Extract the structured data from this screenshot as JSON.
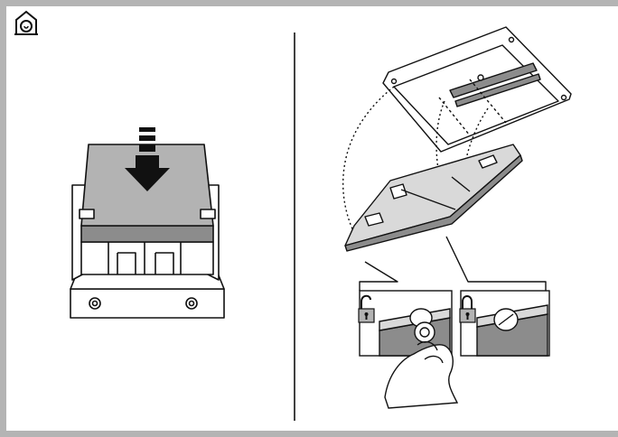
{
  "colors": {
    "frame": "#b4b4b4",
    "ink": "#111111",
    "fill_gray": "#b3b3b3",
    "fill_light": "#d9d9d9",
    "fill_dark": "#8c8c8c",
    "background": "#ffffff"
  },
  "icons": {
    "corner": "house-spiral-icon",
    "open_lock": "unlocked-padlock-icon",
    "closed_lock": "locked-padlock-icon"
  },
  "left_panel": {
    "figure": "tray-insert-with-down-arrow"
  },
  "right_panel": {
    "figure": "hood-filter-panel-with-lock-screw-detail",
    "detail_left_state": "unlocked",
    "detail_right_state": "locked"
  }
}
